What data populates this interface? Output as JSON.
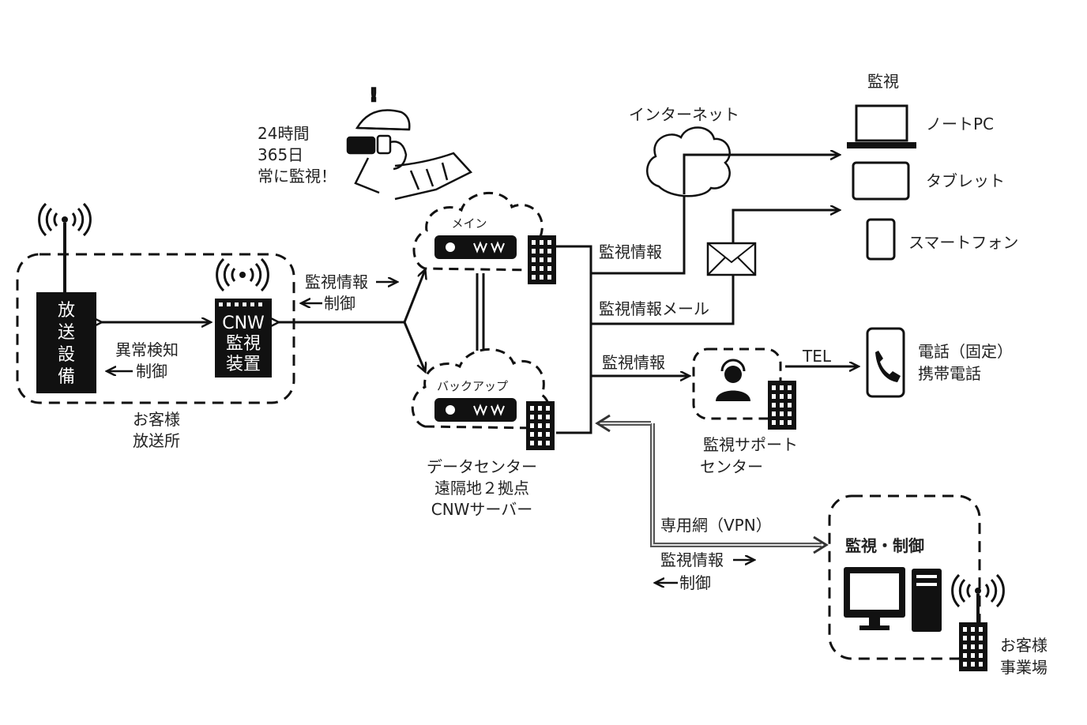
{
  "left_site": {
    "equipment_lines": [
      "放",
      "送",
      "設",
      "備"
    ],
    "cnw_lines": [
      "CNW",
      "監視",
      "装置"
    ],
    "link_label_1": "異常検知",
    "link_label_2": "制御",
    "caption_lines": [
      "お客様",
      "放送所"
    ]
  },
  "left_link": {
    "line1": "監視情報",
    "line2": "制御"
  },
  "watcher": {
    "lines": [
      "24時間",
      "365日",
      "常に監視！"
    ],
    "mark": "!"
  },
  "datacenter": {
    "main_label": "メイン",
    "backup_label": "バックアップ",
    "caption_lines": [
      "データセンター",
      "遠隔地２拠点",
      "CNWサーバー"
    ]
  },
  "internet": {
    "label": "インターネット"
  },
  "routes": {
    "info1": "監視情報",
    "mail": "監視情報メール",
    "info2": "監視情報",
    "tel": "TEL",
    "vpn": "専用網（VPN）",
    "vpn_info": "監視情報",
    "vpn_ctrl": "制御"
  },
  "devices": {
    "header": "監視",
    "notebook": "ノートPC",
    "tablet": "タブレット",
    "smartphone": "スマートフォン"
  },
  "phone": {
    "lines": [
      "電話（固定）",
      "携帯電話"
    ]
  },
  "support": {
    "caption_lines": [
      "監視サポート",
      "センター"
    ]
  },
  "office": {
    "title": "監視・制御",
    "caption_lines": [
      "お客様",
      "事業場"
    ]
  },
  "icons": [
    "antenna-icon",
    "building-icon",
    "cloud-icon",
    "server-icon",
    "laptop-icon",
    "tablet-icon",
    "smartphone-icon",
    "mail-icon",
    "phone-icon",
    "operator-icon",
    "desktop-pc-icon",
    "binoculars-person-icon"
  ]
}
